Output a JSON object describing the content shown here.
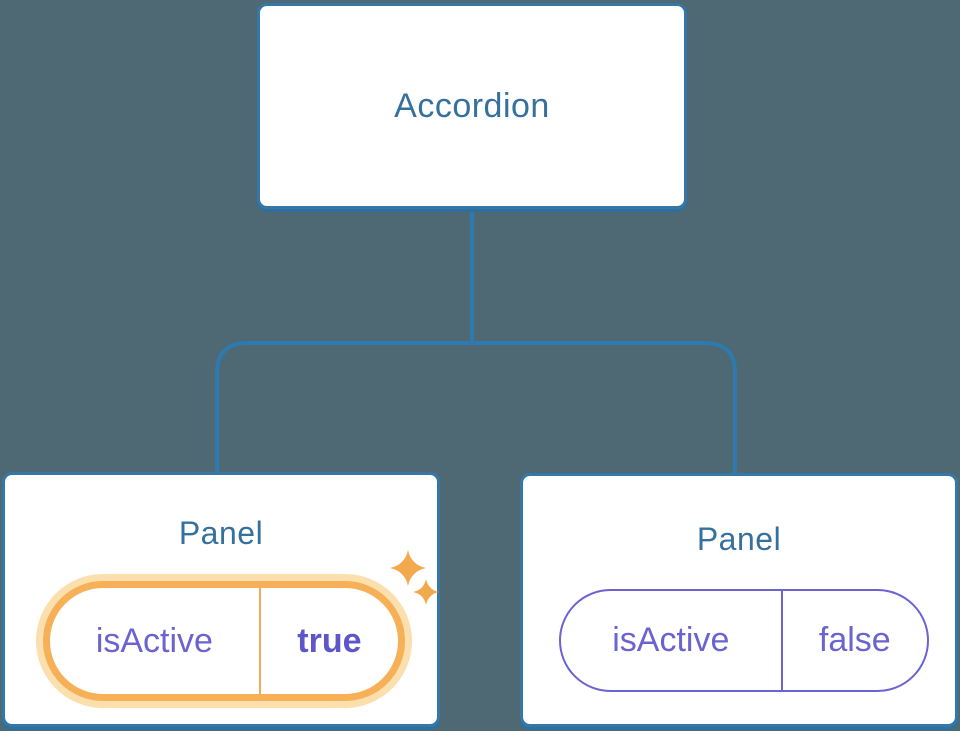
{
  "tree": {
    "root": {
      "label": "Accordion"
    },
    "panels": [
      {
        "title": "Panel",
        "prop_name": "isActive",
        "prop_value": "true",
        "highlighted": true
      },
      {
        "title": "Panel",
        "prop_name": "isActive",
        "prop_value": "false",
        "highlighted": false
      }
    ]
  },
  "icons": {
    "sparkle_large": "sparkle-icon",
    "sparkle_small": "sparkle-icon"
  },
  "colors": {
    "background_wash": "#4E6973",
    "node_border_blue": "#3577A6",
    "node_shadow_blue": "#2E6F9F",
    "connector_blue": "#2E79AD",
    "title_text_blue": "#35719C",
    "state_text_purple": "#6A63D0",
    "state_value_bold_purple": "#5D56CB",
    "highlight_orange": "#F6B057",
    "highlight_glow_orange": "#FBDFAD",
    "sparkle_orange": "#F2A94D"
  }
}
